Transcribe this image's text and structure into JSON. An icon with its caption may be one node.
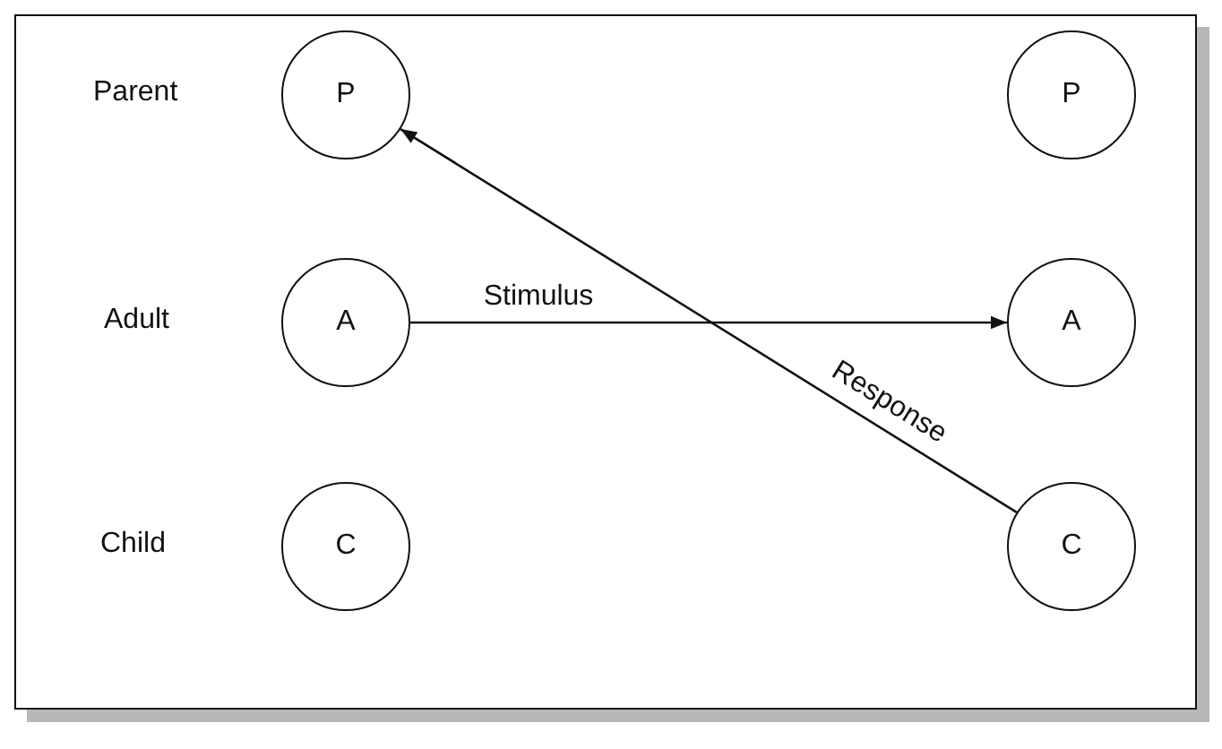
{
  "diagram": {
    "nodes": [
      {
        "text": [
          "P"
        ]
      },
      {
        "text": [
          "P"
        ]
      },
      {
        "text": [
          "A"
        ]
      },
      {
        "text": [
          "A"
        ]
      },
      {
        "text": [
          "C"
        ]
      },
      {
        "text": [
          "C"
        ]
      }
    ],
    "edges": [
      {
        "from": 2,
        "to": 3,
        "arrow": "to",
        "label": "Stimulus"
      },
      {
        "from": 5,
        "to": 0,
        "arrow": "to",
        "label": "Response"
      }
    ],
    "labels": [
      "Parent",
      "Adult",
      "Child"
    ]
  }
}
